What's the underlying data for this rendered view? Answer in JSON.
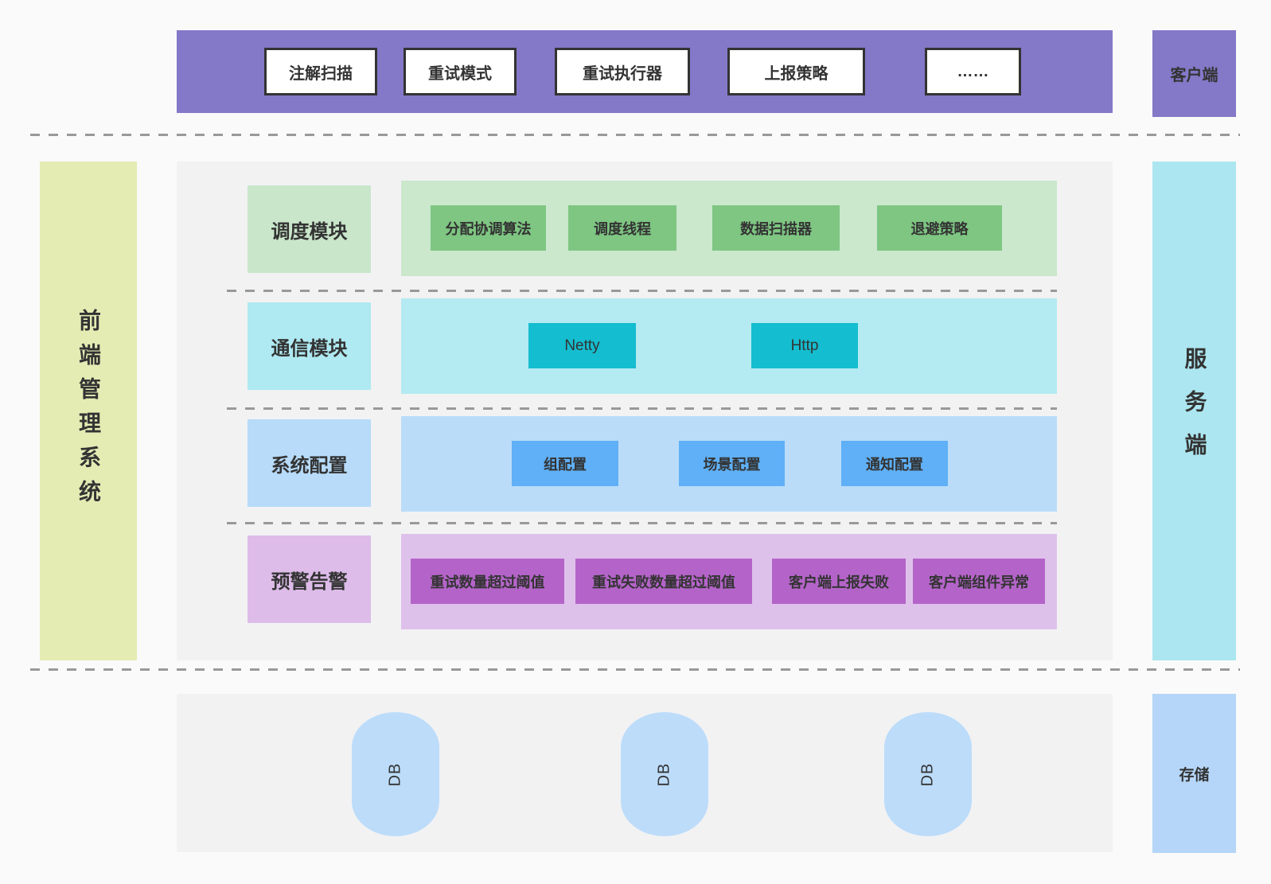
{
  "top": {
    "client_label": "客户端",
    "modules": [
      "注解扫描",
      "重试模式",
      "重试执行器",
      "上报策略",
      "……"
    ]
  },
  "frontend": {
    "label": "前端管理系统"
  },
  "server": {
    "label": "服务端"
  },
  "rows": [
    {
      "label": "调度模块",
      "items": [
        "分配协调算法",
        "调度线程",
        "数据扫描器",
        "退避策略"
      ]
    },
    {
      "label": "通信模块",
      "items": [
        "Netty",
        "Http"
      ]
    },
    {
      "label": "系统配置",
      "items": [
        "组配置",
        "场景配置",
        "通知配置"
      ]
    },
    {
      "label": "预警告警",
      "items": [
        "重试数量超过阈值",
        "重试失败数量超过阈值",
        "客户端上报失败",
        "客户端组件异常"
      ]
    }
  ],
  "storage": {
    "label": "存储",
    "databases": [
      "DB",
      "DB",
      "DB"
    ]
  },
  "colors": {
    "client_layer": "#8478c8",
    "frontend_bar": "#e4ecb4",
    "server_bar": "#ace6f0",
    "scheduler": "#7ec682",
    "communication": "#14bdcf",
    "config": "#5fb0f6",
    "alert": "#b464c9",
    "storage": "#b5d6f8",
    "panel": "#f2f2f3",
    "dash": "#999999"
  }
}
